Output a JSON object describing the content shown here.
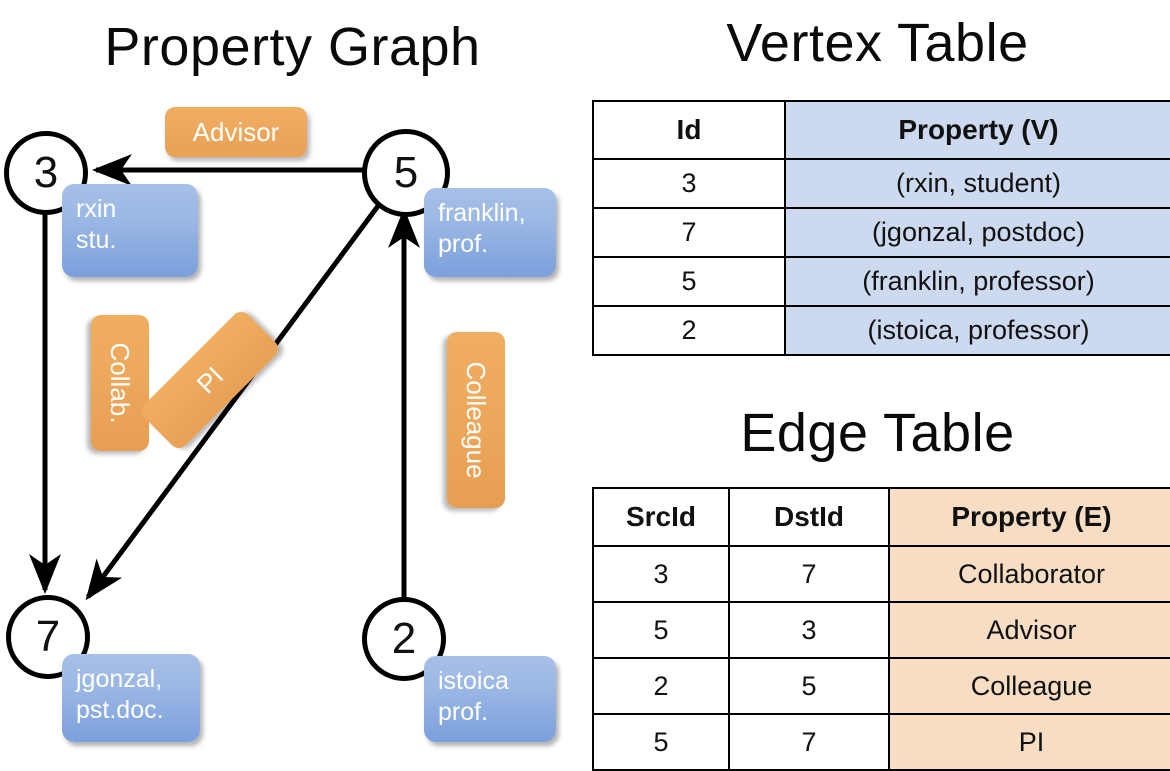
{
  "titles": {
    "property_graph": "Property Graph",
    "vertex_table": "Vertex Table",
    "edge_table": "Edge Table"
  },
  "graph": {
    "nodes": [
      {
        "id": "3",
        "property": "rxin\nstu."
      },
      {
        "id": "5",
        "property": "franklin,\nprof."
      },
      {
        "id": "7",
        "property": "jgonzal,\npst.doc."
      },
      {
        "id": "2",
        "property": "istoica\nprof."
      }
    ],
    "node_labels": {
      "n3": "3",
      "n5": "5",
      "n7": "7",
      "n2": "2"
    },
    "property_boxes": {
      "rxin_line1": "rxin",
      "rxin_line2": "stu.",
      "franklin_line1": "franklin,",
      "franklin_line2": "prof.",
      "jgonzal_line1": "jgonzal,",
      "jgonzal_line2": "pst.doc.",
      "istoica_line1": "istoica",
      "istoica_line2": "prof."
    },
    "edge_labels": {
      "advisor": "Advisor",
      "collab": "Collab.",
      "pi": "PI",
      "colleague": "Colleague"
    },
    "edges": [
      {
        "from": "5",
        "to": "3",
        "label": "Advisor"
      },
      {
        "from": "3",
        "to": "7",
        "label": "Collab."
      },
      {
        "from": "5",
        "to": "7",
        "label": "PI"
      },
      {
        "from": "2",
        "to": "5",
        "label": "Colleague"
      }
    ]
  },
  "vertex_table": {
    "headers": [
      "Id",
      "Property (V)"
    ],
    "rows": [
      {
        "id": "3",
        "property": "(rxin, student)"
      },
      {
        "id": "7",
        "property": "(jgonzal, postdoc)"
      },
      {
        "id": "5",
        "property": "(franklin, professor)"
      },
      {
        "id": "2",
        "property": "(istoica, professor)"
      }
    ]
  },
  "edge_table": {
    "headers": [
      "SrcId",
      "DstId",
      "Property (E)"
    ],
    "rows": [
      {
        "src": "3",
        "dst": "7",
        "property": "Collaborator"
      },
      {
        "src": "5",
        "dst": "3",
        "property": "Advisor"
      },
      {
        "src": "2",
        "dst": "5",
        "property": "Colleague"
      },
      {
        "src": "5",
        "dst": "7",
        "property": "PI"
      }
    ]
  },
  "colors": {
    "vertex_property_fill": "#ccd9ef",
    "edge_property_fill": "#f6ddc4",
    "node_box_blue": "#8fb0e2",
    "edge_label_orange": "#eda85c",
    "stroke": "#000000"
  }
}
